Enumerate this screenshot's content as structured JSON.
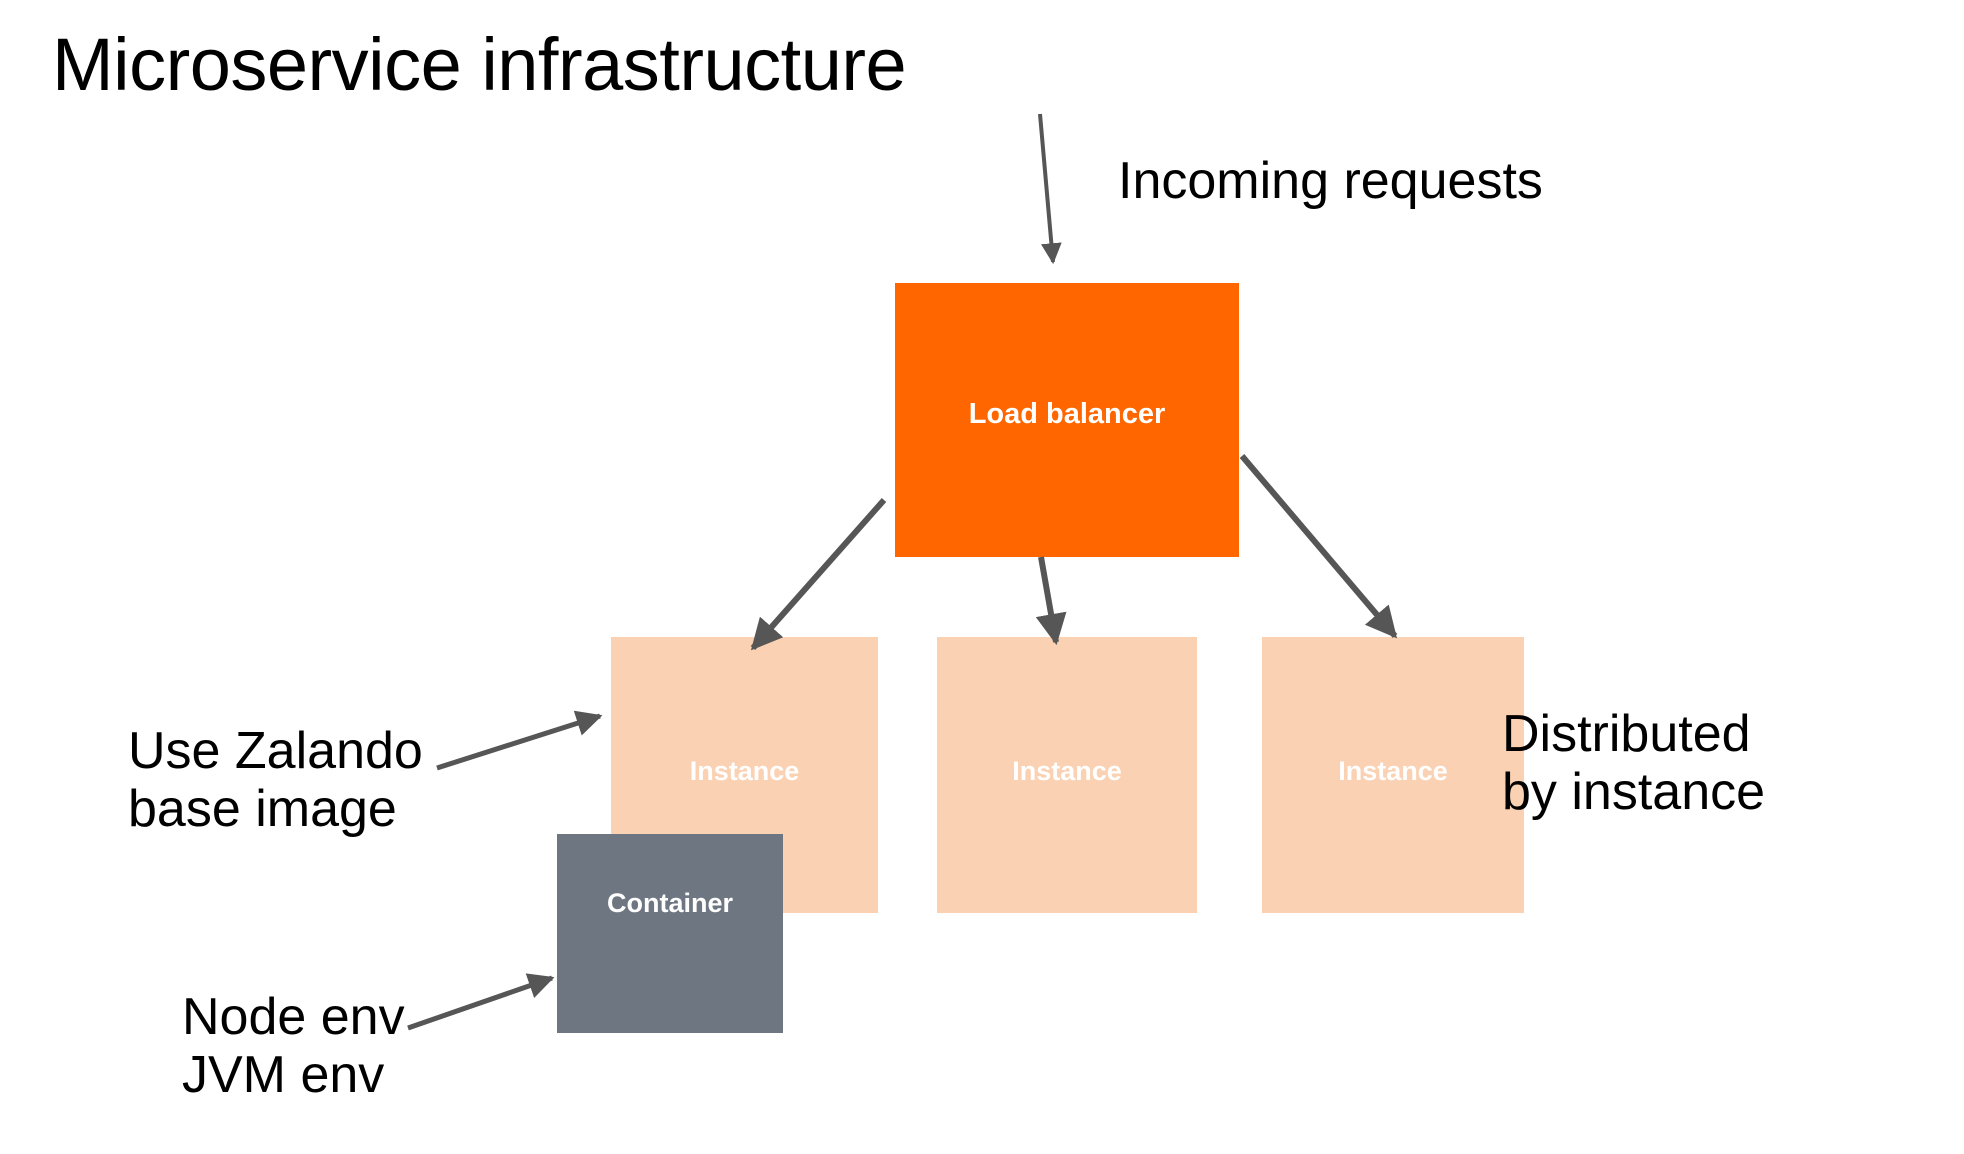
{
  "slide": {
    "title": "Microservice infrastructure",
    "background_color": "#FFFFFF"
  },
  "colors": {
    "load_balancer": "#FF6600",
    "instance": "#FAD2B3",
    "container": "#6E7681",
    "arrow": "#565656",
    "text_dark": "#000000",
    "text_light": "#FFFFFF"
  },
  "nodes": {
    "load_balancer": {
      "label": "Load balancer"
    },
    "instances": [
      {
        "label": "Instance"
      },
      {
        "label": "Instance"
      },
      {
        "label": "Instance"
      }
    ],
    "container": {
      "label": "Container"
    }
  },
  "annotations": {
    "incoming": {
      "line1": "Incoming requests"
    },
    "distributed": {
      "line1": "Distributed",
      "line2": "by instance"
    },
    "zalando": {
      "line1": "Use Zalando",
      "line2": "base image"
    },
    "node_env": {
      "line1": "Node env",
      "line2": "JVM env"
    }
  },
  "connectors": [
    {
      "name": "incoming-requests-to-load-balancer",
      "from": "Incoming requests",
      "to": "Load balancer"
    },
    {
      "name": "load-balancer-to-instance-1",
      "from": "Load balancer",
      "to": "Instance"
    },
    {
      "name": "load-balancer-to-instance-2",
      "from": "Load balancer",
      "to": "Instance"
    },
    {
      "name": "load-balancer-to-instance-3",
      "from": "Load balancer",
      "to": "Instance"
    },
    {
      "name": "zalando-note-to-instance-1",
      "from": "Use Zalando base image",
      "to": "Instance"
    },
    {
      "name": "node-env-note-to-container",
      "from": "Node env JVM env",
      "to": "Container"
    }
  ]
}
